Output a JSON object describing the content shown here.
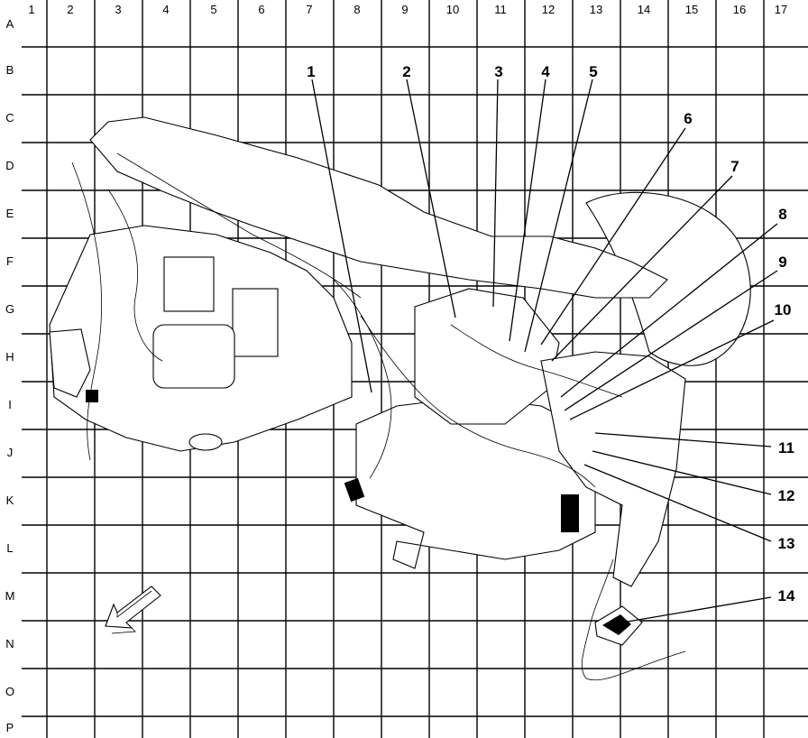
{
  "grid": {
    "columns": [
      "1",
      "2",
      "3",
      "4",
      "5",
      "6",
      "7",
      "8",
      "9",
      "10",
      "11",
      "12",
      "13",
      "14",
      "15",
      "16",
      "17"
    ],
    "rows": [
      "A",
      "B",
      "C",
      "D",
      "E",
      "F",
      "G",
      "H",
      "I",
      "J",
      "K",
      "L",
      "M",
      "N",
      "O",
      "P"
    ]
  },
  "callouts": [
    "1",
    "2",
    "3",
    "4",
    "5",
    "6",
    "7",
    "8",
    "9",
    "10",
    "11",
    "12",
    "13",
    "14"
  ],
  "icons": {
    "direction_arrow": "arrow-icon"
  }
}
